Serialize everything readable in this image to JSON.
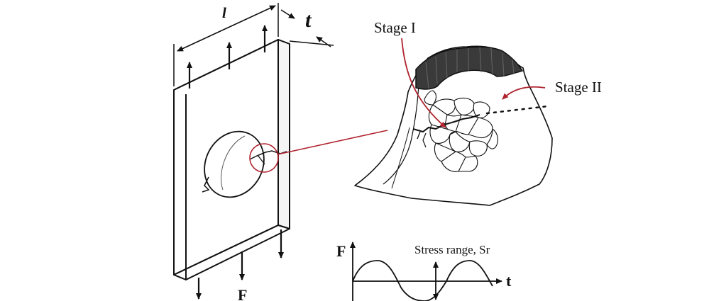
{
  "labels": {
    "length": "l",
    "thickness": "t",
    "stage1": "Stage I",
    "stage2": "Stage II",
    "force_bottom": "F",
    "force_axis": "F",
    "time_axis": "t",
    "stress_range": "Stress range, Sr"
  },
  "colors": {
    "line": "#111111",
    "accent": "#b0232e",
    "fill_dark": "#3a3a3a",
    "background": "#ffffff"
  }
}
